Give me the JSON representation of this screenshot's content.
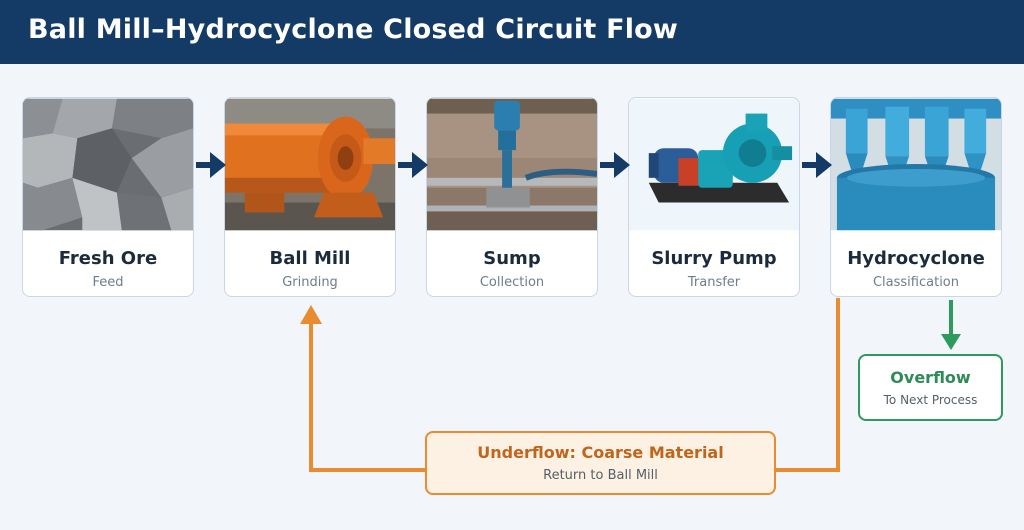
{
  "header": {
    "title": "Ball Mill–Hydrocyclone Closed Circuit Flow"
  },
  "steps": [
    {
      "title": "Fresh Ore",
      "subtitle": "Feed"
    },
    {
      "title": "Ball Mill",
      "subtitle": "Grinding"
    },
    {
      "title": "Sump",
      "subtitle": "Collection"
    },
    {
      "title": "Slurry Pump",
      "subtitle": "Transfer"
    },
    {
      "title": "Hydrocyclone",
      "subtitle": "Classification"
    }
  ],
  "overflow": {
    "title": "Overflow",
    "subtitle": "To Next Process"
  },
  "underflow": {
    "title": "Underflow: Coarse Material",
    "subtitle": "Return to Ball Mill"
  },
  "colors": {
    "header_bg": "#143a66",
    "flow_arrow": "#143a66",
    "underflow": "#e98b2f",
    "overflow": "#2e9a5e"
  }
}
